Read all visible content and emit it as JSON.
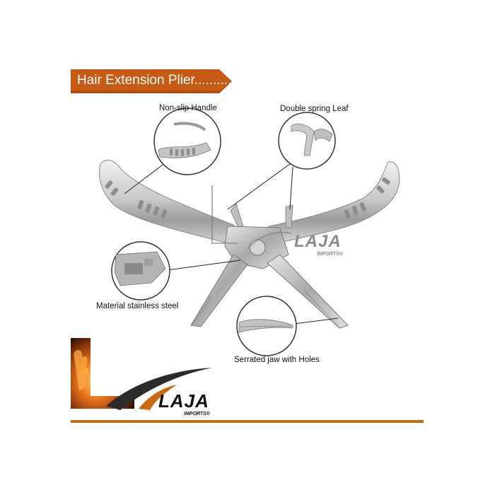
{
  "banner": {
    "title": "Hair Extension Plier............",
    "color": "#c75a14"
  },
  "callouts": {
    "handle": "Non-slip Handle",
    "spring": "Double spring Leaf",
    "material": "Material stainless steel",
    "jaw": "Serrated jaw with Holes"
  },
  "brand": {
    "name": "LAJA",
    "sub": "IMPORTS®",
    "accent": "#c96a12"
  },
  "icons": [
    "plier-image",
    "flame-logo",
    "zoom-circle"
  ]
}
